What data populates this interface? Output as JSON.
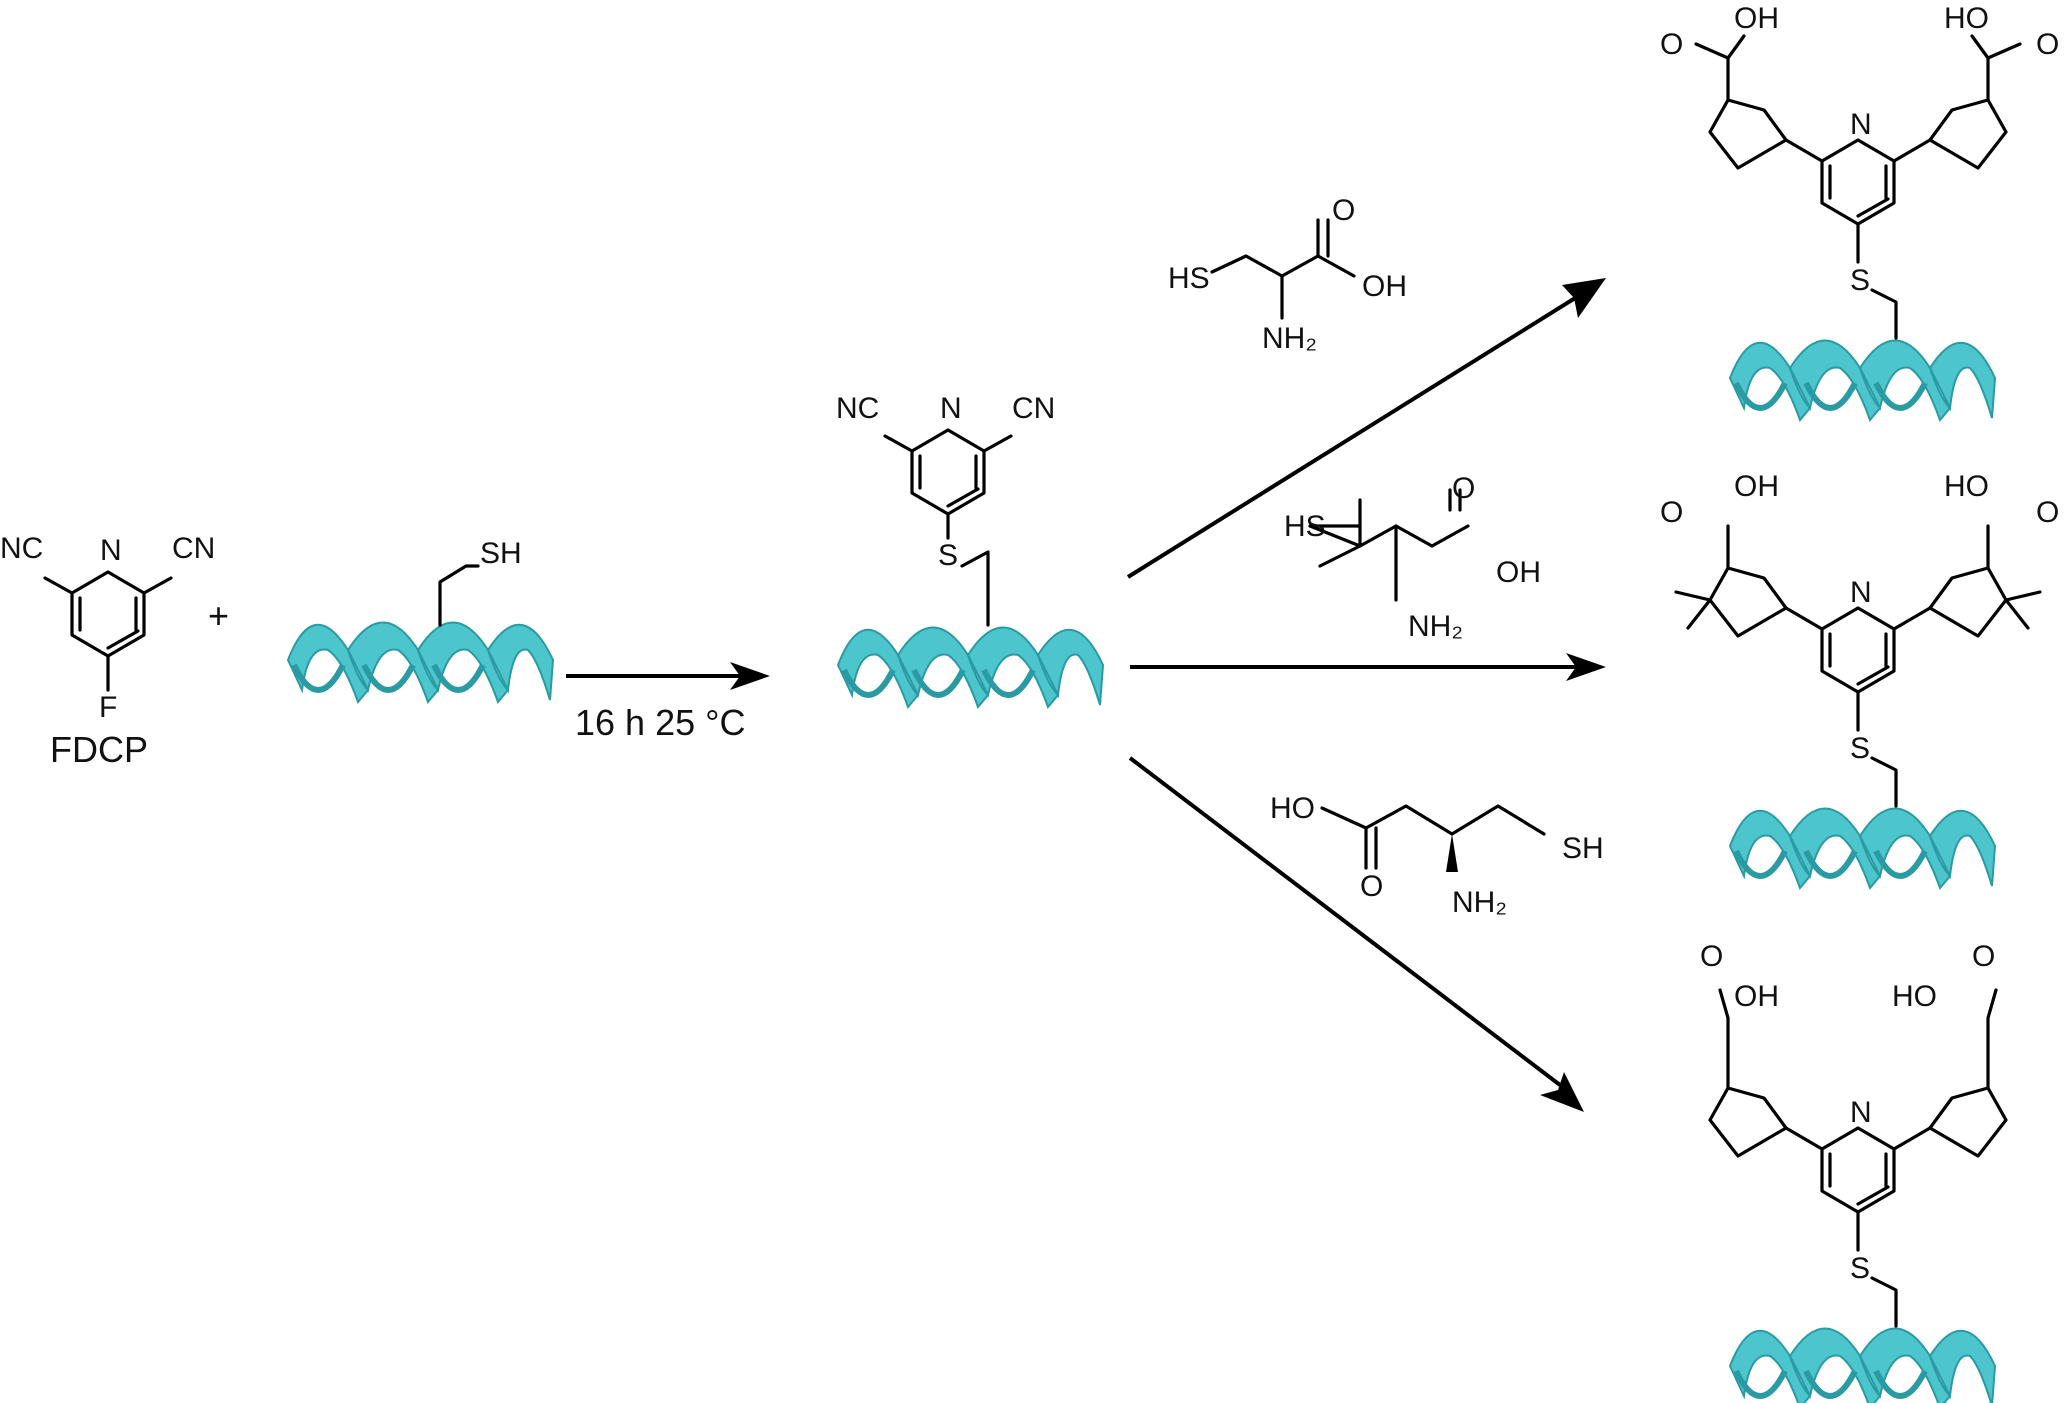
{
  "reagent": {
    "name": "FDCP",
    "atoms": {
      "n": "N",
      "cn": "NC",
      "nc": "CN",
      "f": "F"
    }
  },
  "plus": "+",
  "peptide": {
    "thiol": "SH"
  },
  "reaction": {
    "conditions": "16 h 25 °C"
  },
  "intermediate": {
    "atoms": {
      "n": "N",
      "cn": "NC",
      "nc": "CN",
      "s": "S"
    }
  },
  "reagents": [
    {
      "atoms": {
        "sh": "HS",
        "oh": "OH",
        "o": "O",
        "nh2": "NH₂"
      }
    },
    {
      "atoms": {
        "sh": "HS",
        "oh": "OH",
        "o": "O",
        "nh2": "NH₂"
      }
    },
    {
      "atoms": {
        "sh": "SH",
        "oh": "HO",
        "o": "O",
        "nh2": "NH₂"
      }
    }
  ],
  "products": [
    {
      "atoms": {
        "ohL": "OH",
        "ohR": "HO",
        "o": "O",
        "n": "N",
        "s": "S"
      }
    },
    {
      "atoms": {
        "ohL": "OH",
        "ohR": "HO",
        "o": "O",
        "n": "N",
        "s": "S"
      }
    },
    {
      "atoms": {
        "ohL": "OH",
        "ohR": "HO",
        "o": "O",
        "n": "N",
        "s": "S"
      }
    }
  ],
  "colors": {
    "helix": "#4cc6cc",
    "helix_dark": "#2a9aa3",
    "bonds": "#000000"
  }
}
